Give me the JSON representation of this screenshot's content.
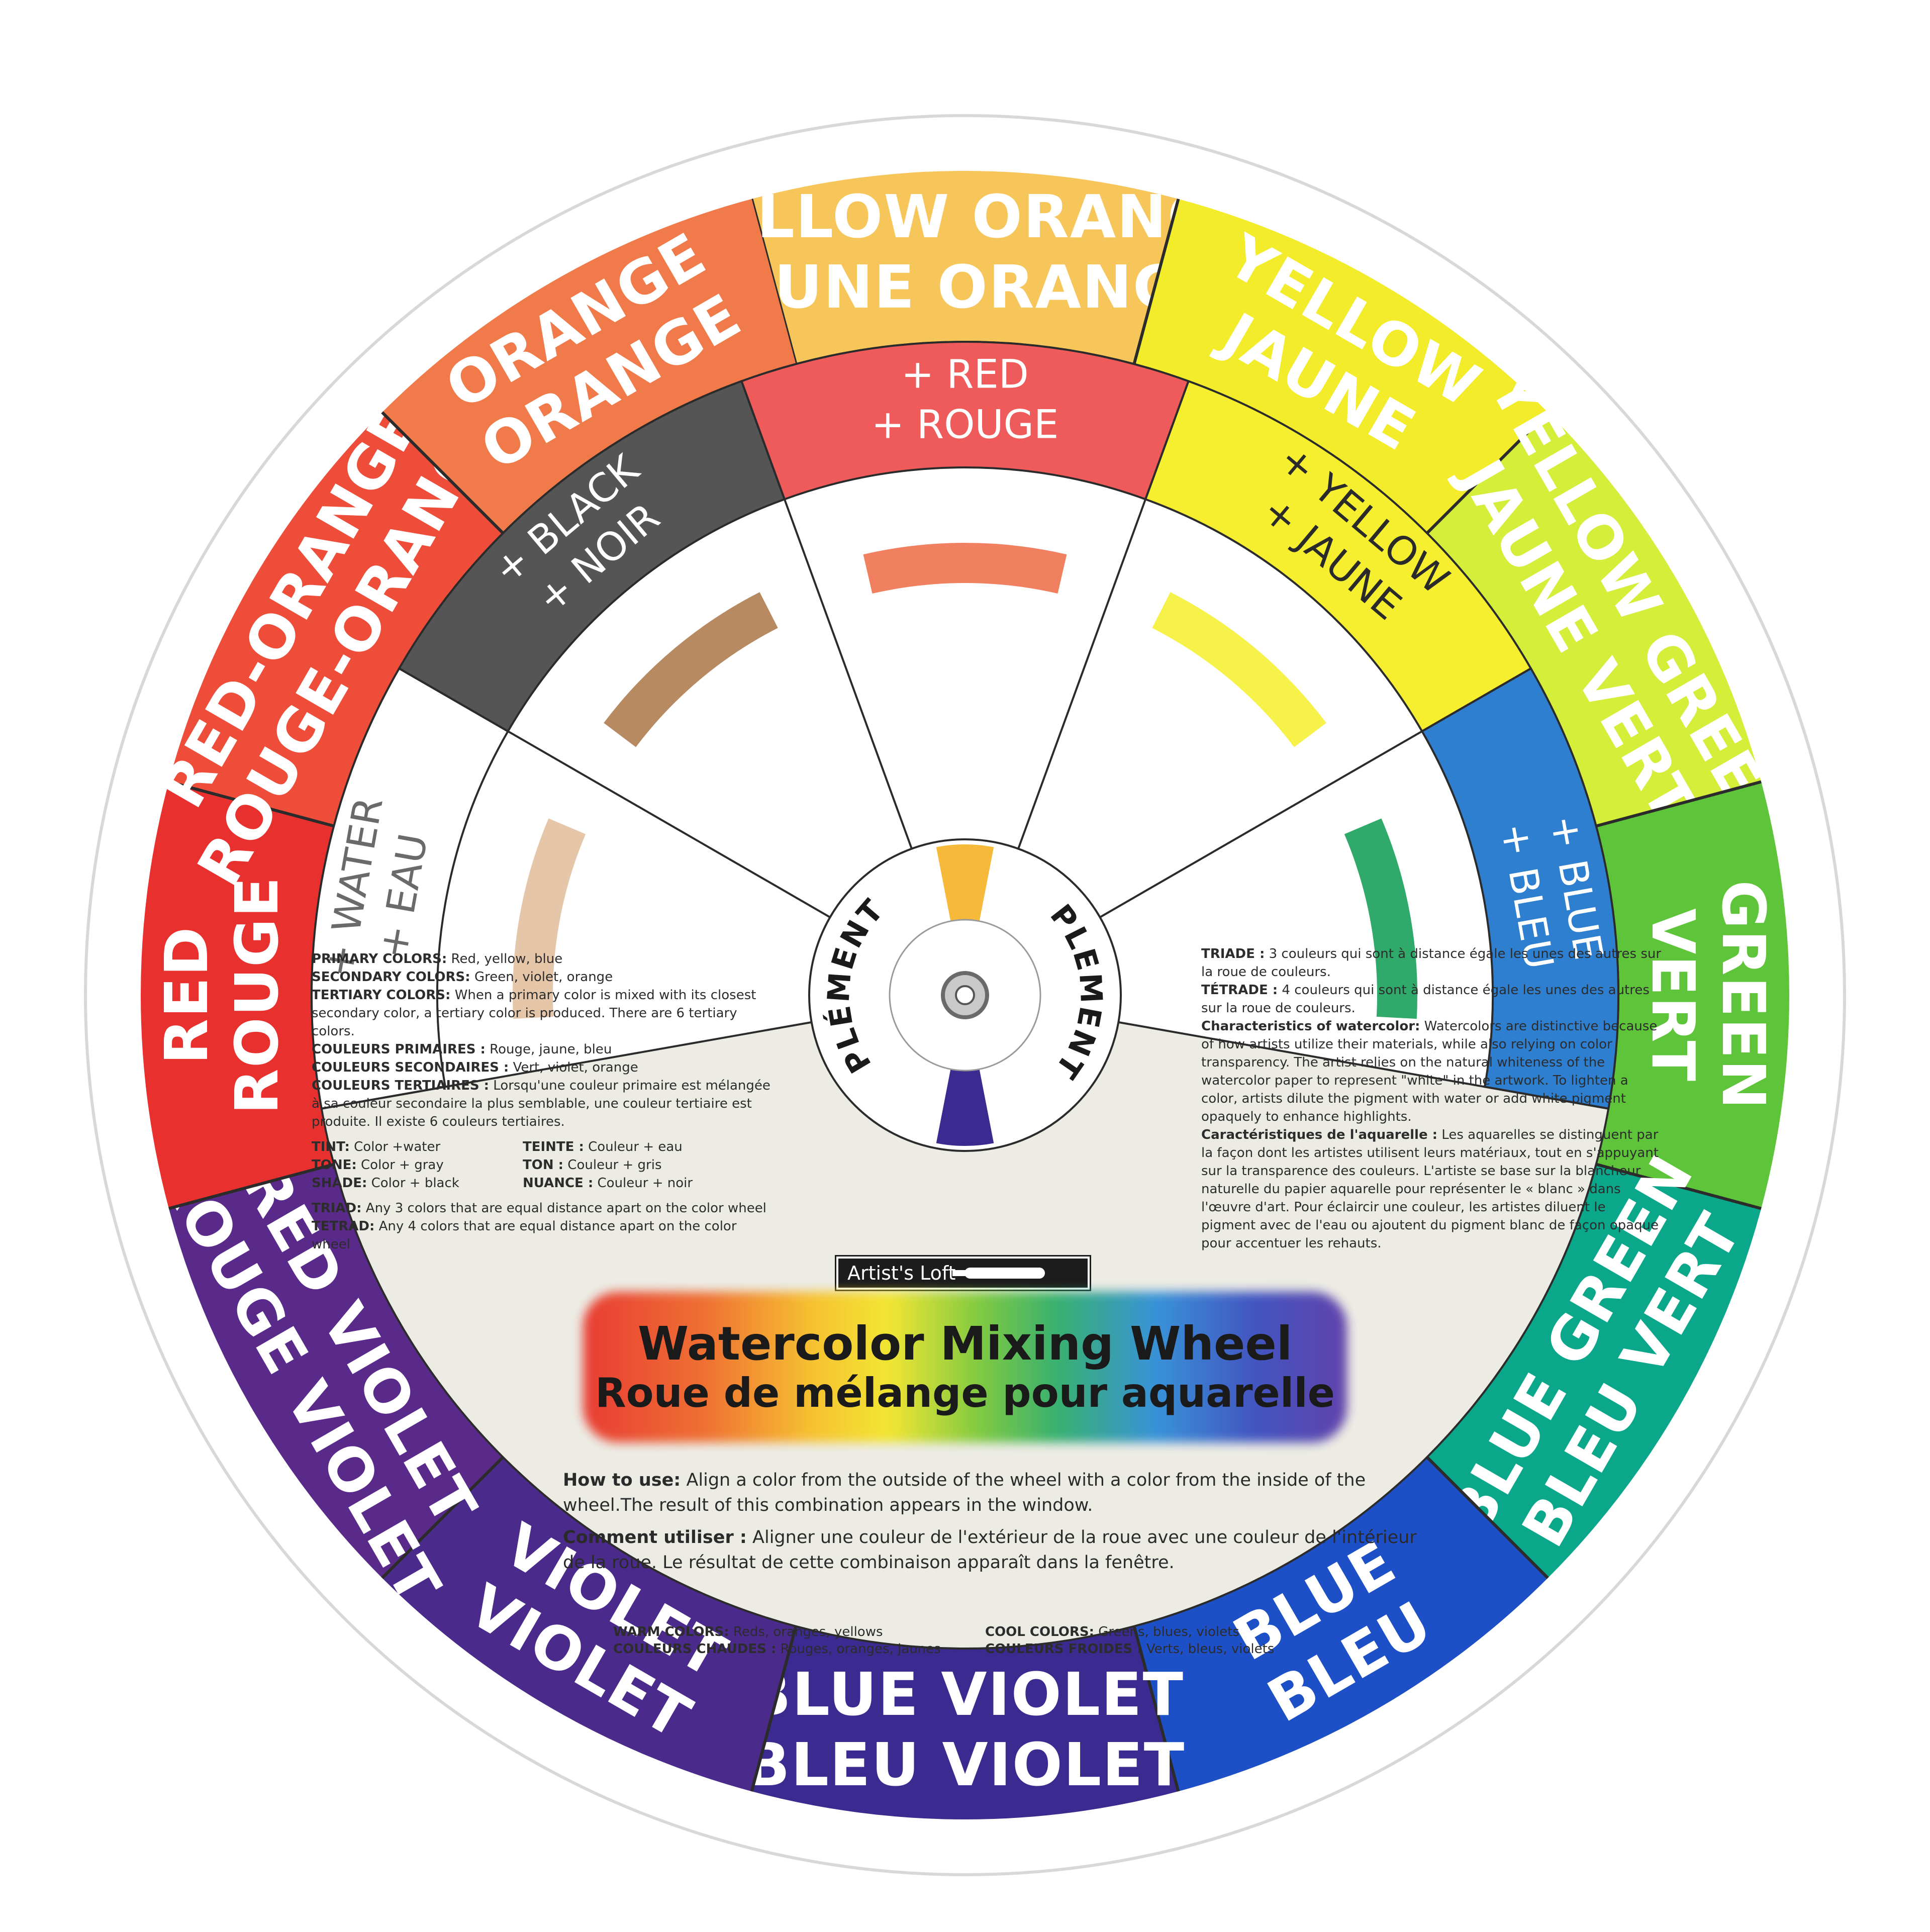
{
  "outer_segments": [
    {
      "label": [
        "YELLOW ORANGE",
        "JAUNE ORANGE"
      ],
      "color": "#f7c65a"
    },
    {
      "label": [
        "YELLOW",
        "JAUNE"
      ],
      "color": "#f3ec2a"
    },
    {
      "label": [
        "YELLOW GREEN",
        "JAUNE VERT"
      ],
      "color": "#d4ee3a"
    },
    {
      "label": [
        "GREEN",
        "VERT"
      ],
      "color": "#5ec43a"
    },
    {
      "label": [
        "BLUE GREEN",
        "BLEU VERT"
      ],
      "color": "#0aa78a"
    },
    {
      "label": [
        "BLUE",
        "BLEU"
      ],
      "color": "#1d4fc7"
    },
    {
      "label": [
        "BLUE VIOLET",
        "BLEU VIOLET"
      ],
      "color": "#3b2a8f"
    },
    {
      "label": [
        "VIOLET",
        "VIOLET"
      ],
      "color": "#4a2a8a"
    },
    {
      "label": [
        "RED VIOLET",
        "ROUGE VIOLET"
      ],
      "color": "#5a2a8a"
    },
    {
      "label": [
        "RED",
        "ROUGE"
      ],
      "color": "#e8312e"
    },
    {
      "label": [
        "RED-ORANGE",
        "ROUGE-ORANGE"
      ],
      "color": "#ee4d3a"
    },
    {
      "label": [
        "ORANGE",
        "ORANGE"
      ],
      "color": "#f07a4a"
    }
  ],
  "inner_tabs": [
    {
      "label": [
        "+ WATER",
        "+ EAU"
      ],
      "color": "#ffffff",
      "text_color": "#6a6a6a",
      "window_color": "#e6c6a8"
    },
    {
      "label": [
        "+ BLACK",
        "+ NOIR"
      ],
      "color": "#555555",
      "text_color": "#ffffff",
      "window_color": "#b88a62"
    },
    {
      "label": [
        "+ RED",
        "+ ROUGE"
      ],
      "color": "#ef5a5a",
      "text_color": "#ffffff",
      "window_color": "#f08060"
    },
    {
      "label": [
        "+ YELLOW",
        "+ JAUNE"
      ],
      "color": "#f5ef30",
      "text_color": "#2a2a2a",
      "window_color": "#f6f24a"
    },
    {
      "label": [
        "+ BLUE",
        "+ BLEU"
      ],
      "color": "#2f7fd0",
      "text_color": "#ffffff",
      "window_color": "#2faa6a"
    }
  ],
  "center": {
    "left_label": "COMPLÉMENTAIRE",
    "right_label": "COMPLEMENTRAT",
    "top_wedge_color": "#f7b93a",
    "bottom_wedge_color": "#3b2a8f"
  },
  "left_text": {
    "primary": [
      "PRIMARY COLORS:",
      " Red, yellow, blue"
    ],
    "secondary": [
      "SECONDARY COLORS:",
      " Green, violet, orange"
    ],
    "tertiary": [
      "TERTIARY COLORS:",
      " When a primary color is mixed with its closest secondary color, a tertiary color is produced. There are 6 tertiary colors."
    ],
    "primaires": [
      "COULEURS PRIMAIRES :",
      " Rouge, jaune, bleu"
    ],
    "secondaires": [
      "COULEURS SECONDAIRES :",
      " Vert, violet, orange"
    ],
    "tertiaires": [
      "COULEURS TERTIAIRES :",
      " Lorsqu'une couleur primaire est mélangée à sa couleur secondaire la plus semblable, une couleur tertiaire est produite. Il existe 6 couleurs tertiaires."
    ],
    "tint": [
      "TINT:",
      " Color +water"
    ],
    "teinte": [
      "TEINTE :",
      " Couleur + eau"
    ],
    "tone": [
      "TONE:",
      " Color + gray"
    ],
    "ton": [
      "TON :",
      " Couleur + gris"
    ],
    "shade": [
      "SHADE:",
      " Color + black"
    ],
    "nuance": [
      "NUANCE :",
      " Couleur + noir"
    ],
    "triad": [
      "TRIAD:",
      " Any 3 colors that are equal distance apart on the color wheel"
    ],
    "tetrad": [
      "TETRAD:",
      " Any 4 colors that are equal distance apart on the color wheel"
    ]
  },
  "right_text": {
    "triade": [
      "TRIADE :",
      " 3 couleurs qui sont à distance égale les unes des autres sur la roue de couleurs."
    ],
    "tetrade": [
      "TÉTRADE :",
      " 4 couleurs qui sont à distance égale les unes des autres sur la roue de couleurs."
    ],
    "characteristics": [
      "Characteristics of watercolor:",
      " Watercolors are distinctive because of how artists utilize their materials, while also relying on color transparency. The artist relies on the natural whiteness of the watercolor paper to represent \"white\" in the artwork. To lighten a color, artists dilute the pigment with water or add white pigment opaquely to enhance highlights."
    ],
    "caracteristiques": [
      "Caractéristiques de l'aquarelle :",
      " Les aquarelles se distinguent par la façon dont les artistes utilisent leurs matériaux, tout en s'appuyant sur la transparence des couleurs. L'artiste se base sur la blancheur naturelle du papier aquarelle pour représenter le « blanc » dans l'œuvre d'art. Pour éclaircir une couleur, les artistes diluent le pigment avec de l'eau ou ajoutent du pigment blanc de façon opaque pour accentuer les rehauts."
    ]
  },
  "brand": "Artist's Loft",
  "title_en": "Watercolor Mixing Wheel",
  "title_fr": "Roue de mélange pour aquarelle",
  "howto": {
    "en_label": "How to use:",
    "en_text": " Align a color from the outside of the wheel with a color from the inside of the wheel.The result of this combination appears in the window.",
    "fr_label": "Comment utiliser :",
    "fr_text": " Aligner une couleur de l'extérieur de la roue avec une couleur de l'intérieur de la roue. Le résultat de cette combinaison apparaît dans la fenêtre."
  },
  "temps": {
    "warm": [
      "WARM COLORS:",
      " Reds, oranges, yellows"
    ],
    "chaudes": [
      "COULEURS CHAUDES :",
      " Rouges, oranges, jaunes"
    ],
    "cool": [
      "COOL COLORS:",
      " Greens, blues, violets"
    ],
    "froides": [
      "COULEURS FROIDES :",
      " Verts, bleus, violets"
    ]
  },
  "colors": {
    "panel": "#ecebe4",
    "rim": "#ffffff",
    "divider": "#2b2b2b"
  }
}
